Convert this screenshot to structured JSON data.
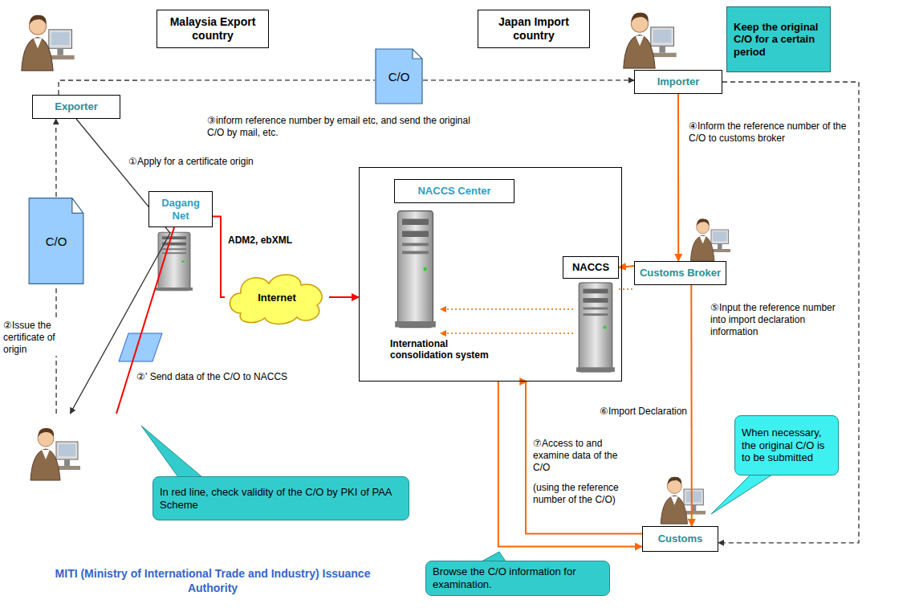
{
  "diagram": {
    "nodes": [
      {
        "text": [
          "Malaysia Export country"
        ]
      },
      {
        "text": [
          "Exporter"
        ]
      },
      {
        "text": [
          "C/O"
        ]
      },
      {
        "text": [
          "Japan Import country"
        ]
      },
      {
        "text": [
          "Importer"
        ]
      },
      {
        "text": [
          "Keep the original C/O for a certain period"
        ]
      },
      {
        "text": [
          "C/O"
        ]
      },
      {
        "text": [
          "Dagang Net"
        ]
      },
      {
        "text": [
          "Internet"
        ]
      },
      {
        "text": [
          "International consolidation system"
        ]
      },
      {
        "text": [
          "NACCS Center"
        ],
        "in": 9
      },
      {
        "text": [
          "NACCS"
        ],
        "in": 9
      },
      {
        "text": [
          "Customs Broker"
        ]
      },
      {
        "text": [
          "MITI (Ministry of International Trade and Industry) Issuance Authority"
        ]
      },
      {
        "text": [
          "In red line, check validity of the C/O by PKI of PAA Scheme"
        ]
      },
      {
        "text": [
          "Browse the C/O information for examination."
        ]
      },
      {
        "text": [
          "Customs"
        ]
      },
      {
        "text": [
          "When necessary, the original C/O is to be submitted"
        ]
      }
    ],
    "edges": [
      {
        "from": 1,
        "to": 2,
        "arrow": "none"
      },
      {
        "from": 2,
        "to": 4,
        "arrow": "to"
      },
      {
        "from": 1,
        "to": 13,
        "arrow": "to"
      },
      {
        "from": 13,
        "to": 6,
        "arrow": "none"
      },
      {
        "from": 6,
        "to": 1,
        "arrow": "to"
      },
      {
        "from": 13,
        "to": 7,
        "arrow": "none"
      },
      {
        "from": 7,
        "to": 8,
        "arrow": "none"
      },
      {
        "from": 8,
        "to": 9,
        "arrow": "to"
      },
      {
        "from": 4,
        "to": 12,
        "arrow": "to"
      },
      {
        "from": 12,
        "to": 11,
        "arrow": "to"
      },
      {
        "from": 12,
        "to": 16,
        "arrow": "to"
      },
      {
        "from": 16,
        "to": 9,
        "arrow": "to"
      },
      {
        "from": 9,
        "to": 16,
        "arrow": "to"
      },
      {
        "from": 4,
        "to": 16,
        "arrow": "to"
      }
    ],
    "labels": [
      "①Apply for a certificate origin",
      "②Issue the certificate of origin",
      "②' Send data of the C/O to NACCS",
      "③inform reference number by email etc, and send the original C/O by mail, etc.",
      "④Inform the reference number of the C/O to customs broker",
      "⑤Input the reference number into import declaration information",
      "⑥Import Declaration",
      "⑦Access to and examine data of the C/O",
      "(using the reference number of the C/O)",
      "ADM2, ebXML"
    ]
  }
}
